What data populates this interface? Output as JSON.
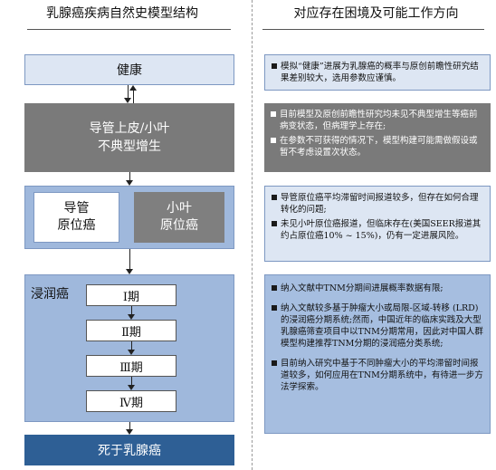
{
  "headers": {
    "left": "乳腺癌疾病自然史模型结构",
    "right": "对应存在困境及可能工作方向"
  },
  "diagram": {
    "healthy": "健康",
    "atypical_line1": "导管上皮/小叶",
    "atypical_line2": "不典型增生",
    "insitu_ductal_line1": "导管",
    "insitu_ductal_line2": "原位癌",
    "insitu_lobular_line1": "小叶",
    "insitu_lobular_line2": "原位癌",
    "invasive_label": "浸润癌",
    "stages": [
      "Ⅰ期",
      "Ⅱ期",
      "Ⅲ期",
      "Ⅳ期"
    ],
    "death": "死于乳腺癌"
  },
  "notes": {
    "note1": [
      "模拟“健康”进展为乳腺癌的概率与原创前瞻性研究结果差别较大，选用参数应谨慎。"
    ],
    "note2": [
      "目前模型及原创前瞻性研究均未见不典型增生等癌前病变状态，但病理学上存在;",
      "在参数不可获得的情况下，模型构建可能需做假设或暂不考虑设置次状态。"
    ],
    "note3": [
      "导管原位癌平均滞留时间报道较多，但存在如何合理转化的问题;",
      "未见小叶原位癌报道，但临床存在(美国SEER报道其约占原位癌10% ~ 15%)，仍有一定进展风险。"
    ],
    "note4": [
      "纳入文献中TNM分期间进展概率数据有限;",
      "纳入文献较多基于肿瘤大小或局限-区域-转移 (LRD) 的浸润癌分期系统;然而，中国近年的临床实践及大型乳腺癌筛查项目中以TNM分期常用，因此对中国人群模型构建推荐TNM分期的浸润癌分类系统;",
      "目前纳入研究中基于不同肿瘤大小的平均滞留时间报道较多，如何应用在TNM分期系统中，有待进一步方法学探索。"
    ]
  },
  "colors": {
    "light_box": "#dde6f3",
    "gray_box": "#7a7a7a",
    "mid_box": "#9fb8dc",
    "dark_box": "#2e5f95",
    "border": "#7d98c2"
  }
}
